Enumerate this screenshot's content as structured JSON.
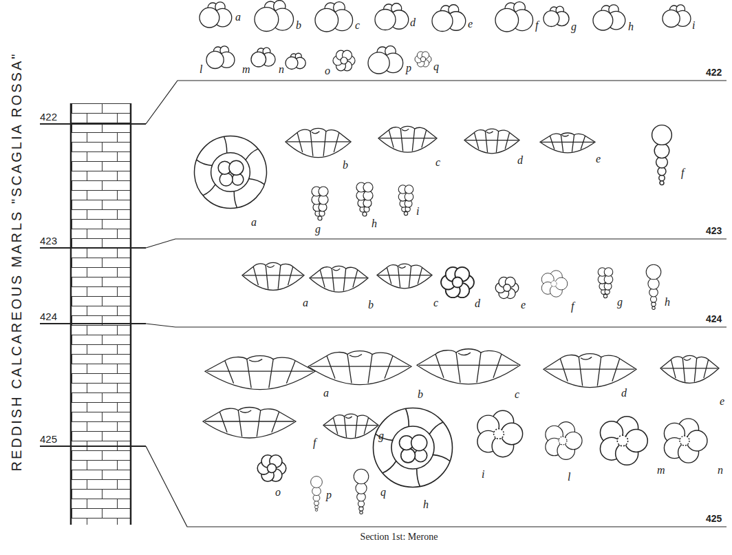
{
  "diagram": {
    "caption": "Section 1st: Merone",
    "labels": [
      "REDDISH CALCAREOUS MARLS \"SCAGLIA ROSSA\"",
      "422",
      "423",
      "424",
      "425",
      "a",
      "b",
      "c",
      "d",
      "e",
      "f",
      "g",
      "h",
      "i",
      "l",
      "m",
      "n",
      "o",
      "p",
      "q",
      "422",
      "a",
      "b",
      "c",
      "d",
      "e",
      "f",
      "g",
      "h",
      "i",
      "423",
      "a",
      "b",
      "c",
      "d",
      "e",
      "f",
      "g",
      "h",
      "424",
      "a",
      "b",
      "c",
      "d",
      "e",
      "f",
      "g",
      "h",
      "i",
      "l",
      "m",
      "n",
      "o",
      "p",
      "q",
      "425"
    ]
  }
}
